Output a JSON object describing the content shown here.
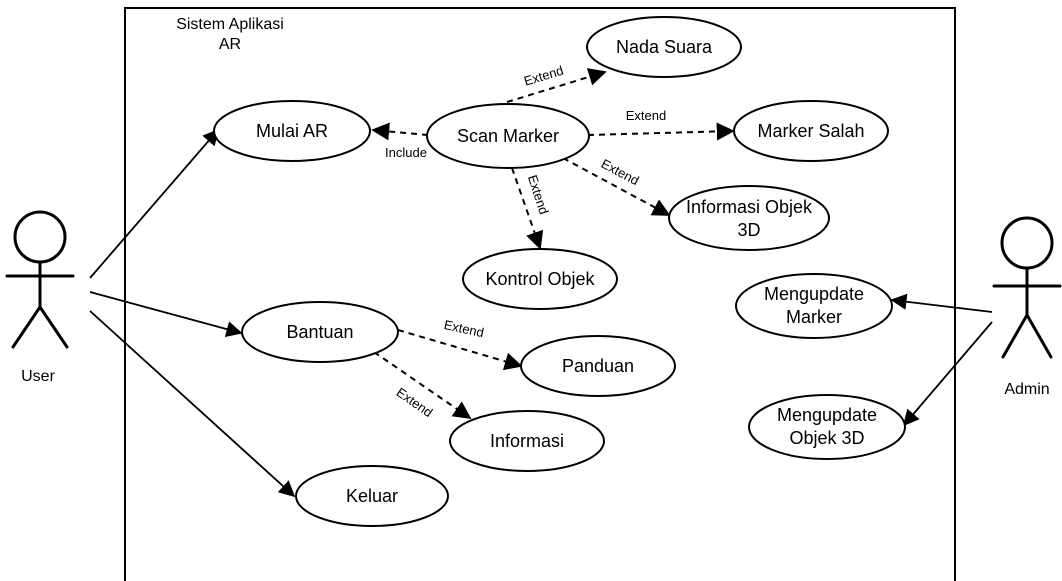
{
  "system": {
    "title_line1": "Sistem Aplikasi",
    "title_line2": "AR"
  },
  "actors": {
    "user": "User",
    "admin": "Admin"
  },
  "use_cases": {
    "mulai_ar": "Mulai AR",
    "scan_marker": "Scan Marker",
    "nada_suara": "Nada Suara",
    "marker_salah": "Marker Salah",
    "informasi_objek_line1": "Informasi Objek",
    "informasi_objek_line2": "3D",
    "kontrol_objek": "Kontrol Objek",
    "bantuan": "Bantuan",
    "panduan": "Panduan",
    "informasi": "Informasi",
    "keluar": "Keluar",
    "update_marker_line1": "Mengupdate",
    "update_marker_line2": "Marker",
    "update_objek_line1": "Mengupdate",
    "update_objek_line2": "Objek 3D"
  },
  "relations": {
    "include": "Include",
    "extend_nada_suara": "Extend",
    "extend_marker_salah": "Extend",
    "extend_informasi_objek": "Extend",
    "extend_kontrol_objek": "Extend",
    "extend_panduan": "Extend",
    "extend_informasi": "Extend"
  }
}
